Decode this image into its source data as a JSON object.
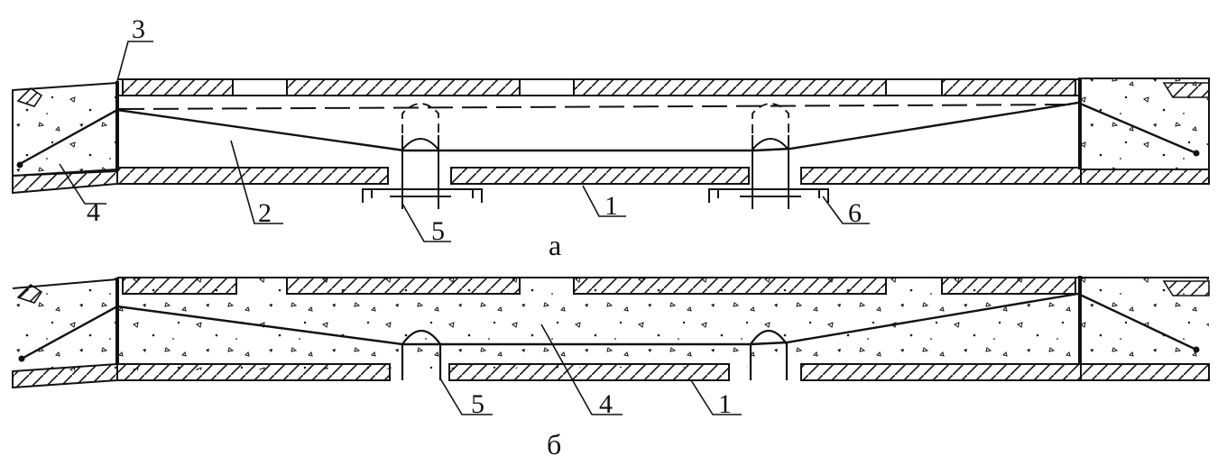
{
  "figure": {
    "panel_a": {
      "caption": "а",
      "labels": {
        "l1": "1",
        "l2": "2",
        "l3": "3",
        "l4": "4",
        "l5": "5",
        "l6": "6"
      }
    },
    "panel_b": {
      "caption": "б",
      "labels": {
        "l1": "1",
        "l4": "4",
        "l5": "5"
      }
    }
  },
  "colors": {
    "ink": "#111111",
    "background": "#ffffff"
  }
}
